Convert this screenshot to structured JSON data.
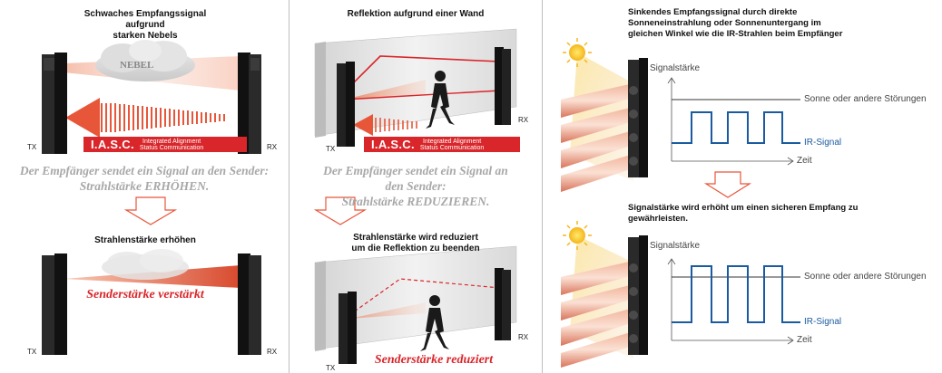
{
  "panel1": {
    "title_line1": "Schwaches Empfangssignal",
    "title_line2": "aufgrund",
    "title_line3": "starken Nebels",
    "fog_label": "NEBEL",
    "tx": "TX",
    "rx": "RX",
    "iasc_big": "I.A.S.C.",
    "iasc_small1": "Integrated Alignment",
    "iasc_small2": "Status Communication",
    "message_line1": "Der Empfänger sendet ein Signal an den Sender:",
    "message_line2": "Strahlstärke ERHÖHEN.",
    "result_title": "Strahlenstärke erhöhen",
    "result_text": "Senderstärke verstärkt",
    "tx2": "TX",
    "rx2": "RX"
  },
  "panel2": {
    "title": "Reflektion aufgrund einer Wand",
    "tx": "TX",
    "rx": "RX",
    "iasc_big": "I.A.S.C.",
    "iasc_small1": "Integrated Alignment",
    "iasc_small2": "Status Communication",
    "message_line1": "Der Empfänger sendet ein Signal an",
    "message_line2": "den Sender:",
    "message_line3": "Strahlstärke REDUZIEREN.",
    "result_title_line1": "Strahlenstärke wird reduziert",
    "result_title_line2": "um die Reflektion zu beenden",
    "result_text": "Senderstärke reduziert",
    "tx2": "TX",
    "rx2": "RX"
  },
  "panel3": {
    "title_line1": "Sinkendes Empfangssignal durch direkte",
    "title_line2": "Sonneneinstrahlung oder Sonnenuntergang im",
    "title_line3": "gleichen Winkel wie die IR-Strahlen beim Empfänger",
    "y_axis": "Signalstärke",
    "sun_label": "Sonne oder andere Störungen",
    "ir_label": "IR-Signal",
    "x_axis": "Zeit",
    "result_title_line1": "Signalstärke wird erhöht um einen sicheren Empfang zu",
    "result_title_line2": "gewährleisten.",
    "y_axis2": "Signalstärke",
    "sun_label2": "Sonne oder andere Störungen",
    "ir_label2": "IR-Signal",
    "x_axis2": "Zeit"
  },
  "colors": {
    "accent_red": "#d9262b",
    "signal_blue": "#1a5aa0",
    "gray_text": "#a8a8a8"
  }
}
